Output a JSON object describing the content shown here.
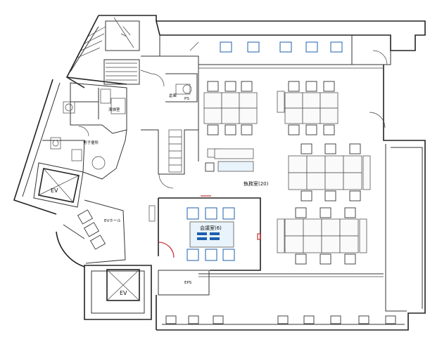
{
  "rooms": {
    "office": "執務室(20)",
    "meeting": "会議室(6)",
    "ev_hall": "EVホール",
    "ev_top": "EV",
    "ev_bottom": "EV",
    "mens_toilet": "男子便所",
    "cleaning": "清掃室",
    "storage": "倉庫",
    "ps": "PS",
    "eps": "EPS"
  },
  "colors": {
    "wall": "#222222",
    "chair_accent": "#1d5fae",
    "door_accent": "#c41e1e"
  }
}
